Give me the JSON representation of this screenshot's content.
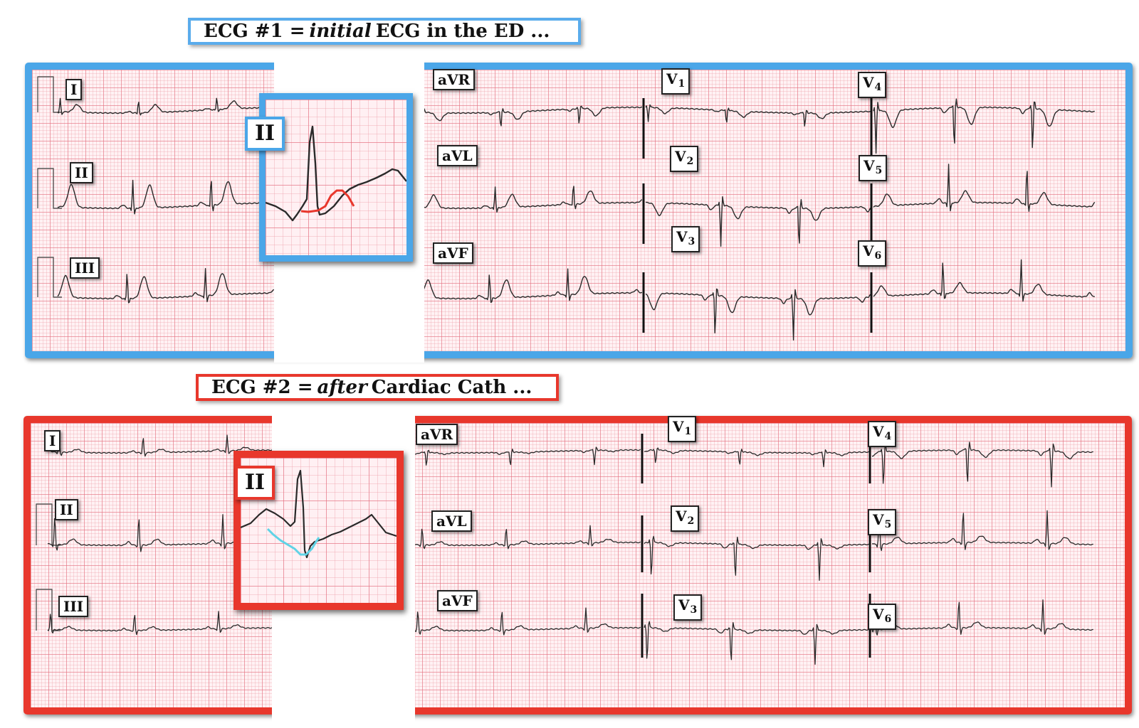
{
  "ecg1": {
    "title_prefix": "ECG #1 =",
    "title_em": "initial",
    "title_suffix": "ECG in the ED ...",
    "border_color": "#4aa6e8",
    "inset_label": "II",
    "highlight_color": "#e8372c"
  },
  "ecg2": {
    "title_prefix": "ECG #2 =",
    "title_em": "after",
    "title_suffix": "Cardiac Cath ...",
    "border_color": "#e8372c",
    "inset_label": "II",
    "highlight_color": "#5fd3e6"
  },
  "leads": {
    "I": "I",
    "II": "II",
    "III": "III",
    "aVR": "aVR",
    "aVL": "aVL",
    "aVF": "aVF",
    "V": "V",
    "v1": "1",
    "v2": "2",
    "v3": "3",
    "v4": "4",
    "v5": "5",
    "v6": "6"
  },
  "grid_color": "#e47080",
  "paper_color": "#fff2f4",
  "trace_color": "#2a2a2a"
}
